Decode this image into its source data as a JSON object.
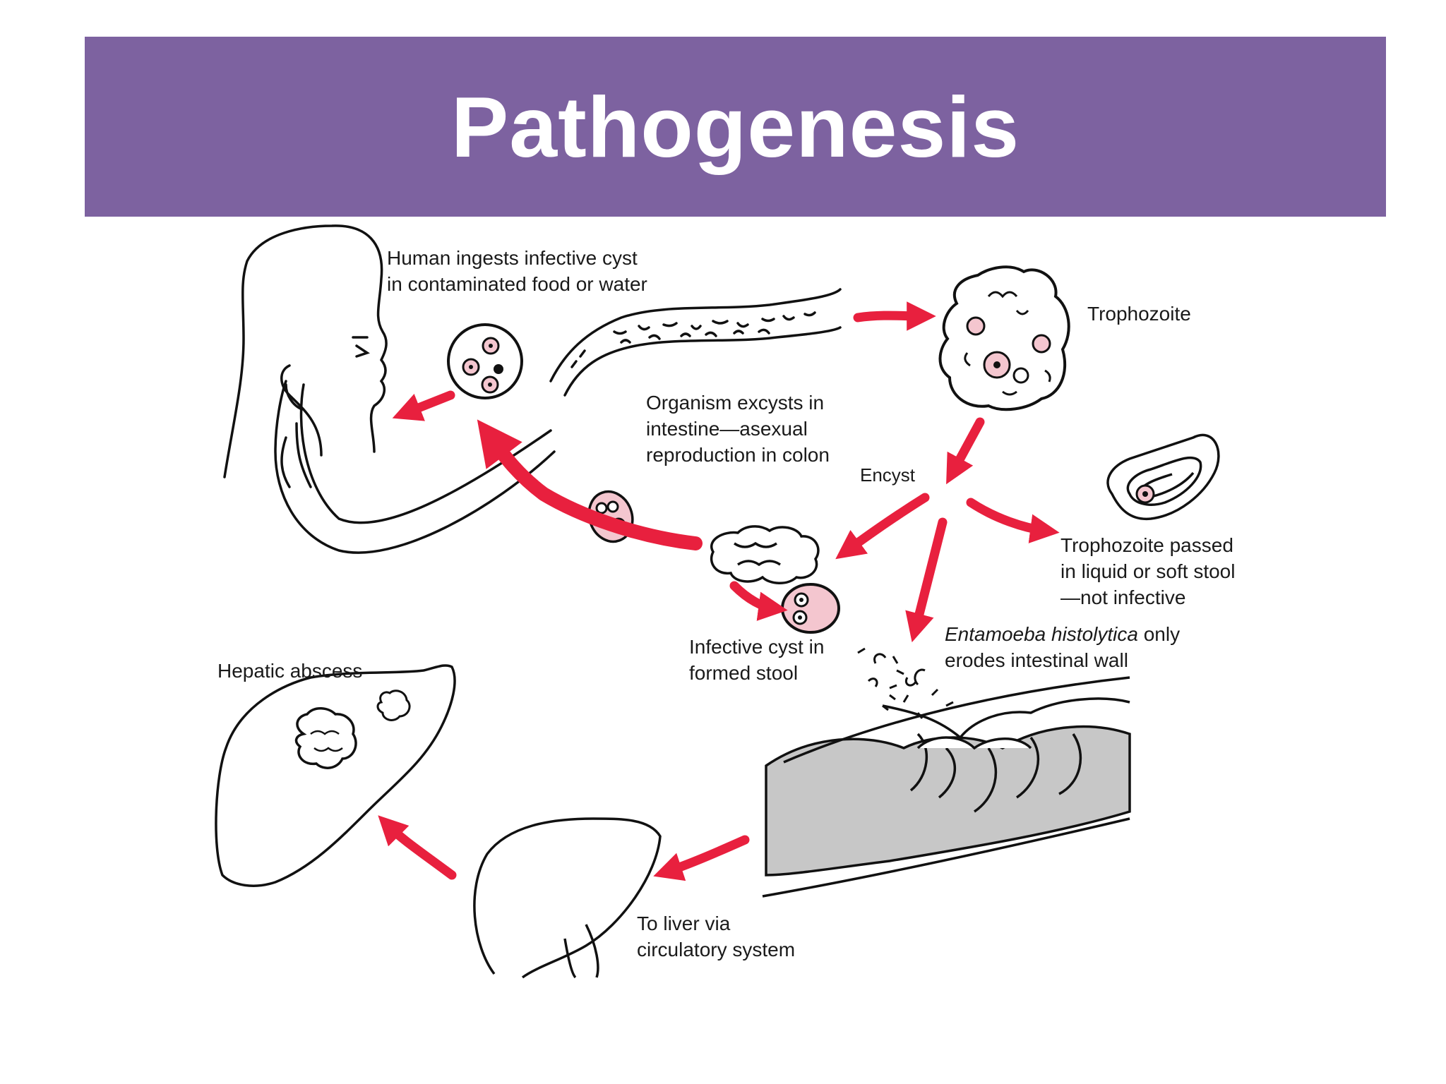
{
  "slide": {
    "title": "Pathogenesis",
    "banner_color": "#7d62a0"
  },
  "diagram": {
    "labels": {
      "ingest": [
        "Human ingests infective cyst",
        "in contaminated food or water"
      ],
      "excyst": [
        "Organism excysts in",
        "intestine—asexual",
        "reproduction in colon"
      ],
      "trophozoite": "Trophozoite",
      "encyst": "Encyst",
      "passed": [
        "Trophozoite passed",
        "in liquid or soft stool",
        "—not infective"
      ],
      "erodes_italic": "Entamoeba histolytica",
      "erodes_rest": " only",
      "erodes_line2": "erodes intestinal wall",
      "infective_cyst": [
        "Infective cyst in",
        "formed stool"
      ],
      "hepatic": "Hepatic abscess",
      "to_liver": [
        "To liver via",
        "circulatory system"
      ]
    },
    "colors": {
      "arrow": "#e8203e",
      "line": "#111111",
      "tissue": "#c7c7c7",
      "nucleus_fill": "#f4c6cf"
    }
  }
}
